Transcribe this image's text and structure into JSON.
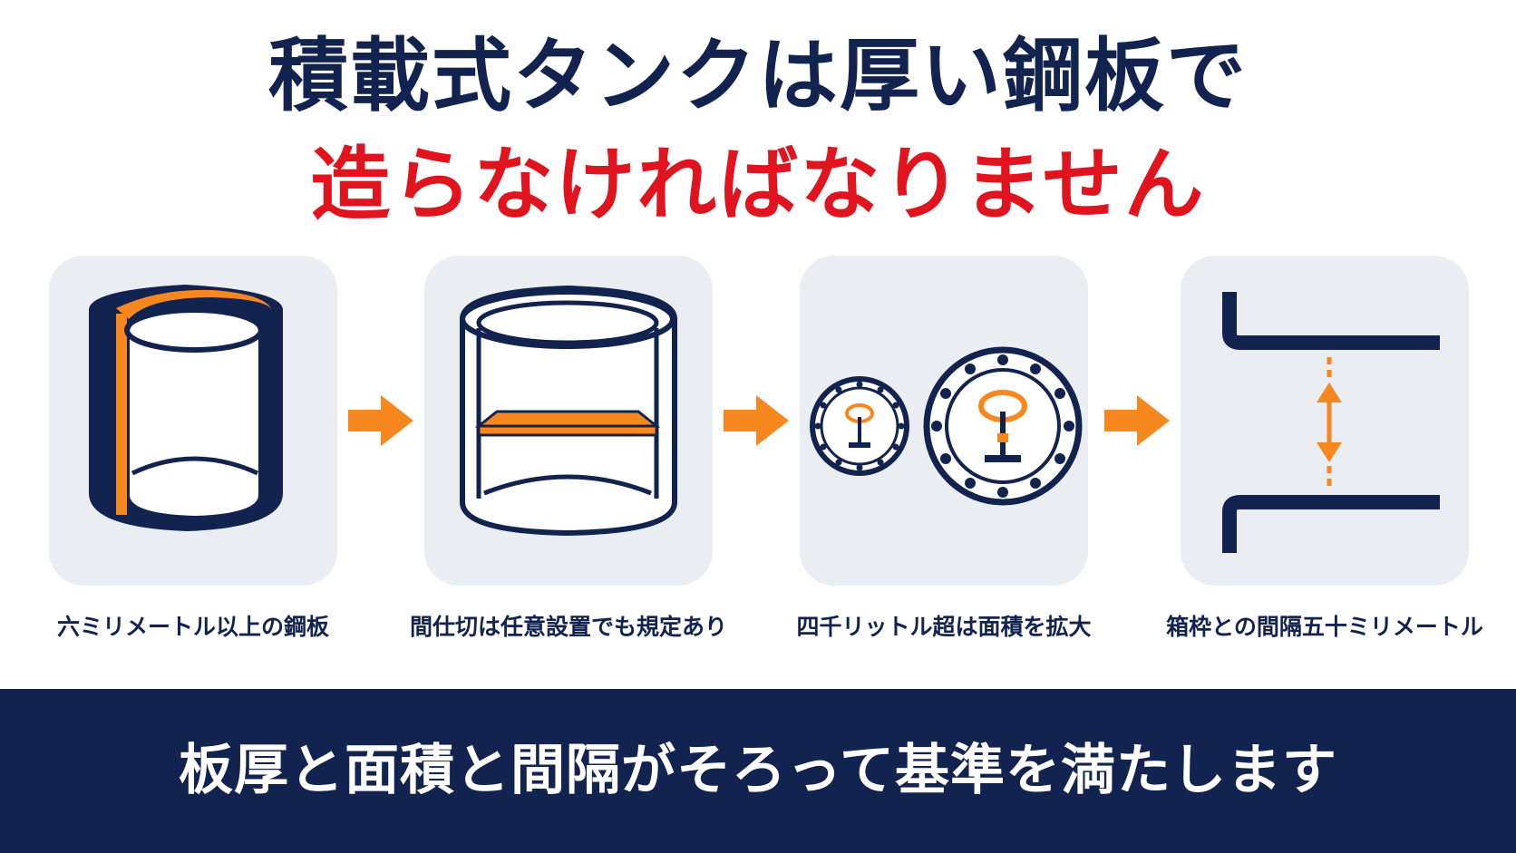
{
  "title": {
    "line1": "積載式タンクは厚い鋼板で",
    "line2": "造らなければなりません"
  },
  "steps": [
    {
      "caption": "六ミリメートル以上の鋼板",
      "icon": "thick-steel-cylinder-icon"
    },
    {
      "caption": "間仕切は任意設置でも規定あり",
      "icon": "partition-tank-icon"
    },
    {
      "caption": "四千リットル超は面積を拡大",
      "icon": "manhole-valve-icon"
    },
    {
      "caption": "箱枠との間隔五十ミリメートル",
      "icon": "clearance-gap-icon"
    }
  ],
  "footer": {
    "text": "板厚と面積と間隔がそろって基準を満たします"
  },
  "colors": {
    "navy": "#12234f",
    "red": "#e0141e",
    "orange": "#f7881f",
    "panel_bg": "#eaedf2",
    "white": "#ffffff"
  }
}
